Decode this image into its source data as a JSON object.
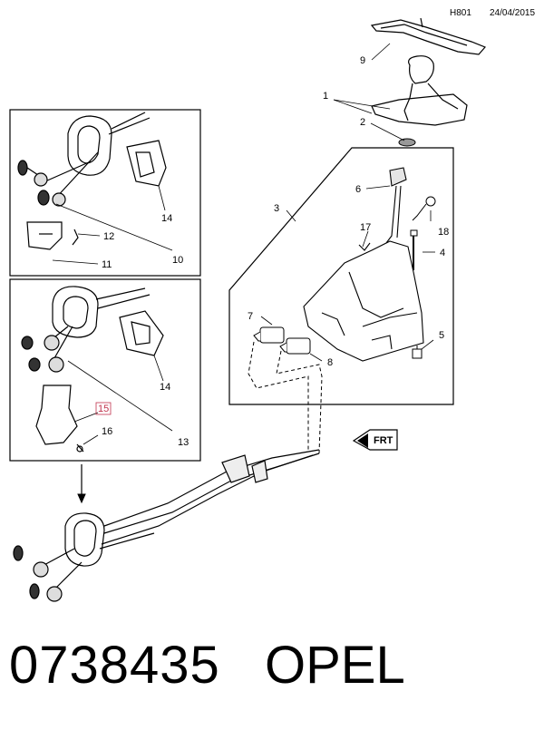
{
  "header": {
    "sheet_code": "H801",
    "date": "24/04/2015"
  },
  "callouts": {
    "c1": "1",
    "c2": "2",
    "c3": "3",
    "c4": "4",
    "c5": "5",
    "c6": "6",
    "c7": "7",
    "c8": "8",
    "c9": "9",
    "c10": "10",
    "c11": "11",
    "c12": "12",
    "c13": "13",
    "c14a": "14",
    "c14b": "14",
    "c15": "15",
    "c16": "16",
    "c17": "17",
    "c18": "18"
  },
  "direction_marker": {
    "text": "FRT"
  },
  "footer": {
    "part_number": "0738435",
    "brand": "OPEL"
  },
  "colors": {
    "highlight_callout": "#c0334d",
    "line": "#000000"
  }
}
